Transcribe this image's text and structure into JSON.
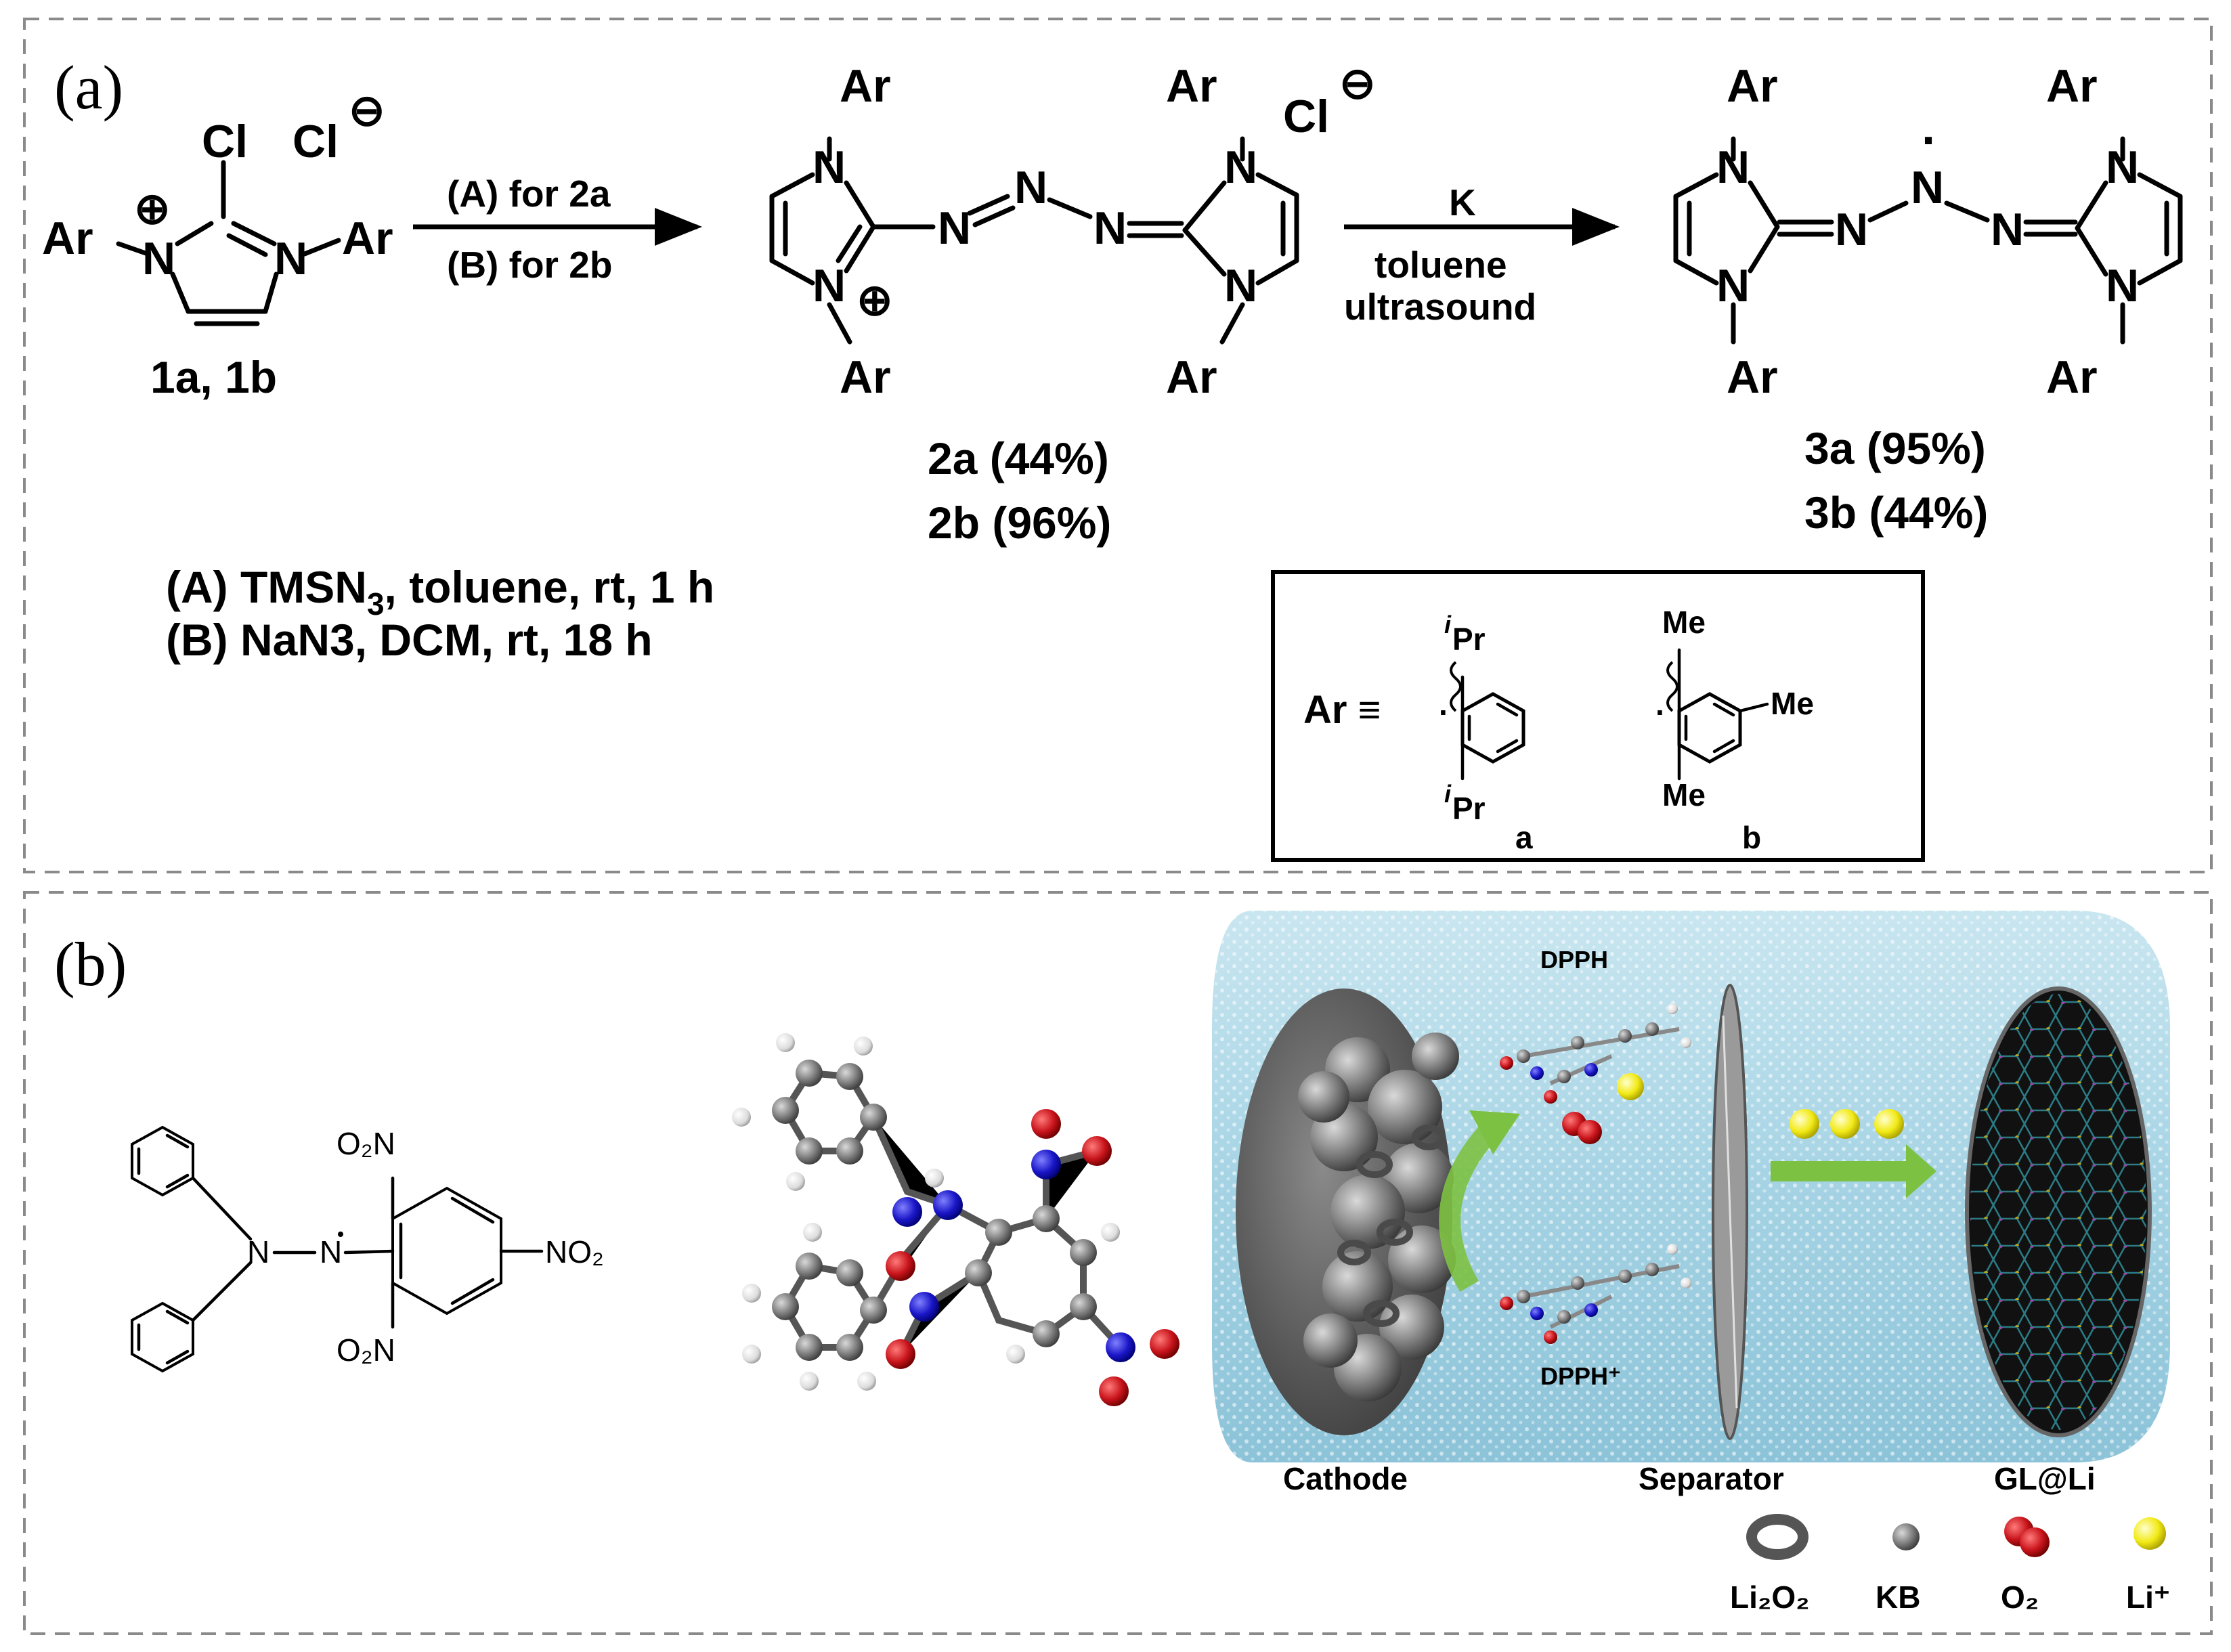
{
  "panel_a": {
    "label": "(a)",
    "reactant": {
      "id": "1a, 1b",
      "substituent": "Ar",
      "cl": "Cl",
      "n": "N",
      "plus": "⊕",
      "minus": "⊖"
    },
    "arrow1": {
      "above": "(A) for 2a",
      "below": "(B) for 2b"
    },
    "arrow2": {
      "above": "K",
      "below1": "toluene",
      "below2": "ultrasound"
    },
    "product2": {
      "ar": "Ar",
      "n": "N",
      "yield_a": "2a (44%)",
      "yield_b": "2b (96%)"
    },
    "product3": {
      "ar": "Ar",
      "n": "N",
      "dot": "·",
      "yield_a": "3a (95%)",
      "yield_b": "3b (44%)"
    },
    "conditions": {
      "A": "(A) TMSN",
      "A_sub": "3",
      "A_rest": ", toluene,  rt, 1 h",
      "B": "(B) NaN3, DCM, rt, 18 h"
    },
    "ar_box": {
      "ar_equiv": "Ar ≡",
      "a": {
        "sub_sup": "i",
        "sub": "Pr",
        "label": "a"
      },
      "b": {
        "me": "Me",
        "label": "b"
      }
    }
  },
  "panel_b": {
    "label": "(b)",
    "dpph_struct": {
      "no2_top": "O₂N",
      "no2_right": "NO₂",
      "no2_bottom": "O₂N",
      "n1": "N",
      "n2": "N"
    },
    "battery": {
      "dpph": "DPPH",
      "dpph_plus": "DPPH⁺",
      "cathode": "Cathode",
      "separator": "Separator",
      "anode": "GL@Li"
    },
    "legend": [
      {
        "label": "Li₂O₂",
        "icon": "torus-icon"
      },
      {
        "label": "KB",
        "icon": "grey-sphere-icon"
      },
      {
        "label": "O₂",
        "icon": "red-dimer-icon"
      },
      {
        "label": "Li⁺",
        "icon": "yellow-sphere-icon"
      }
    ]
  },
  "colors": {
    "li_plus": "#f2ea16",
    "o2": "#c8141b",
    "arrow_green": "#7dc142",
    "electrolyte": "#a9d6e6",
    "nitrogen": "#1a16c8"
  }
}
